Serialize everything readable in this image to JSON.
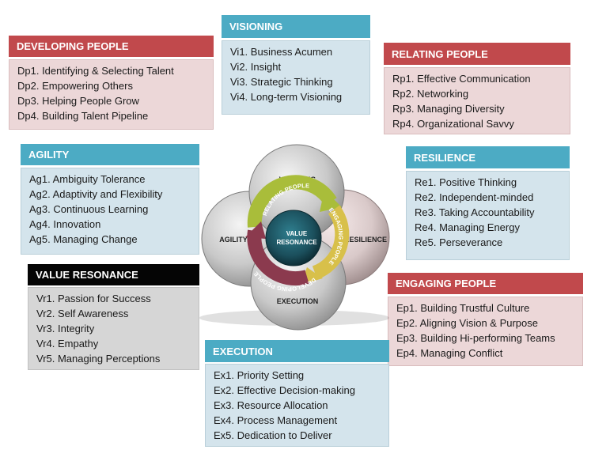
{
  "developing": {
    "title": "DEVELOPING PEOPLE",
    "items": [
      "Dp1. Identifying & Selecting  Talent",
      "Dp2. Empowering Others",
      "Dp3. Helping People Grow",
      "Dp4. Building Talent Pipeline"
    ]
  },
  "visioning": {
    "title": "VISIONING",
    "items": [
      "Vi1. Business Acumen",
      "Vi2. Insight",
      "Vi3. Strategic Thinking",
      "Vi4. Long-term Visioning"
    ]
  },
  "relating": {
    "title": "RELATING PEOPLE",
    "items": [
      "Rp1. Effective Communication",
      "Rp2. Networking",
      "Rp3. Managing Diversity",
      "Rp4. Organizational Savvy"
    ]
  },
  "agility": {
    "title": "AGILITY",
    "items": [
      "Ag1. Ambiguity Tolerance",
      "Ag2. Adaptivity and Flexibility",
      "Ag3. Continuous Learning",
      "Ag4. Innovation",
      "Ag5. Managing Change"
    ]
  },
  "resilience": {
    "title": "RESILIENCE",
    "items": [
      "Re1. Positive Thinking",
      "Re2. Independent-minded",
      "Re3. Taking Accountability",
      "Re4. Managing Energy",
      "Re5. Perseverance"
    ]
  },
  "value_resonance": {
    "title": "VALUE RESONANCE",
    "items": [
      "Vr1. Passion for Success",
      "Vr2. Self Awareness",
      "Vr3. Integrity",
      "Vr4. Empathy",
      "Vr5. Managing Perceptions"
    ]
  },
  "engaging": {
    "title": "ENGAGING PEOPLE",
    "items": [
      "Ep1. Building Trustful Culture",
      "Ep2. Aligning Vision & Purpose",
      "Ep3. Building Hi-performing Teams",
      "Ep4. Managing Conflict"
    ]
  },
  "execution": {
    "title": "EXECUTION",
    "items": [
      "Ex1. Priority Setting",
      "Ex2. Effective Decision-making",
      "Ex3. Resource Allocation",
      "Ex4. Process Management",
      "Ex5. Dedication to Deliver"
    ]
  },
  "diagram": {
    "petal_visioning": "VISIONING",
    "petal_agility": "AGILITY",
    "petal_resilience": "RESILIENCE",
    "petal_execution": "EXECUTION",
    "center_line1": "VALUE",
    "center_line2": "RESONANCE",
    "arrow_relating": "RELATING PEOPLE",
    "arrow_engaging": "ENGAGING PEOPLE",
    "arrow_developing": "DEVELOPING PEOPLE"
  }
}
